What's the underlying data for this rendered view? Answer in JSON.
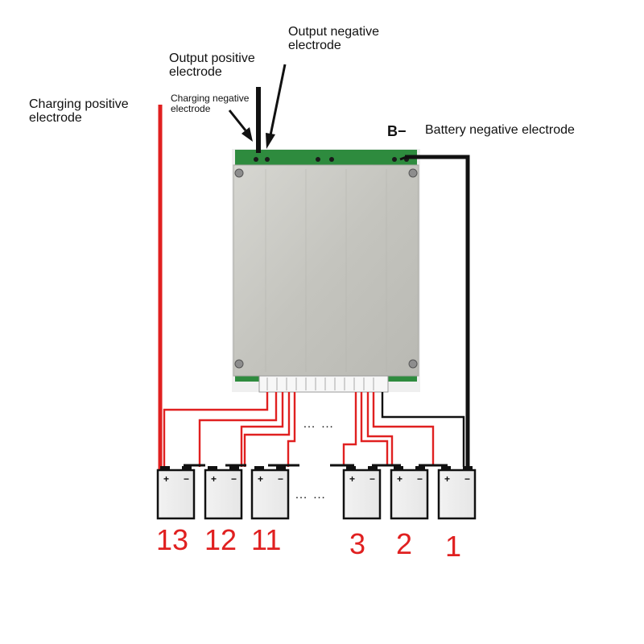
{
  "labels": {
    "charging_positive": "Charging positive\nelectrode",
    "output_positive": "Output positive\nelectrode",
    "charging_negative": "Charging negative\nelectrode",
    "output_negative": "Output negative\nelectrode",
    "b_minus": "B−",
    "battery_negative": "Battery negative electrode"
  },
  "cells": [
    {
      "number": "13"
    },
    {
      "number": "12"
    },
    {
      "number": "11"
    },
    {
      "number": "3"
    },
    {
      "number": "2"
    },
    {
      "number": "1"
    }
  ],
  "ellipsis": "… …",
  "colors": {
    "wire_positive": "#e02020",
    "wire_negative": "#111111",
    "plate": "#c9c9c4",
    "pcb": "#2e8b3e",
    "number_text": "#e02020"
  }
}
